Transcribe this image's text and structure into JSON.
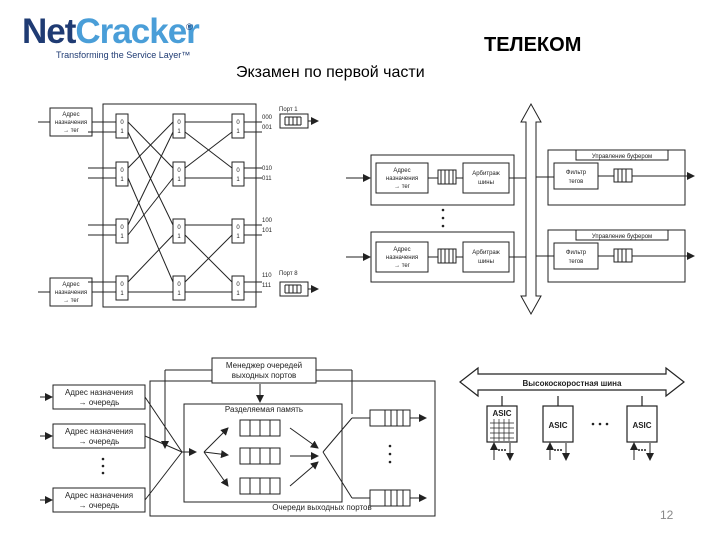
{
  "header": {
    "logo_part1": "Net",
    "logo_part2": "Cracker",
    "logo_reg": "®",
    "logo_tagline": "Transforming the Service Layer™",
    "title": "ТЕЛЕКОМ",
    "subtitle": "Экзамен по первой части"
  },
  "diagram1": {
    "input_label_line1": "Адрес",
    "input_label_line2": "назначения",
    "input_label_line3": "→ тег",
    "bit0": "0",
    "bit1": "1",
    "port_top": "Порт 1",
    "port_bottom": "Порт 8",
    "addr_000": "000",
    "addr_001": "001",
    "addr_010": "010",
    "addr_011": "011",
    "addr_100": "100",
    "addr_101": "101",
    "addr_110": "110",
    "addr_111": "111"
  },
  "diagram2": {
    "addr_line1": "Адрес",
    "addr_line2": "назначения",
    "addr_line3": "→ тег",
    "arbiter_line1": "Арбитраж",
    "arbiter_line2": "шины",
    "buffer_title": "Управление буфером",
    "filter_line1": "Фильтр",
    "filter_line2": "тегов"
  },
  "diagram3": {
    "manager_line1": "Менеджер очередей",
    "manager_line2": "выходных портов",
    "shared_memory": "Разделяемая память",
    "input_line1": "Адрес назначения",
    "input_line2": "→ очередь",
    "output_queues": "Очереди выходных портов"
  },
  "diagram4": {
    "bus": "Высокоскоростная шина",
    "asic": "ASIC"
  },
  "footer": {
    "page_number": "12"
  }
}
